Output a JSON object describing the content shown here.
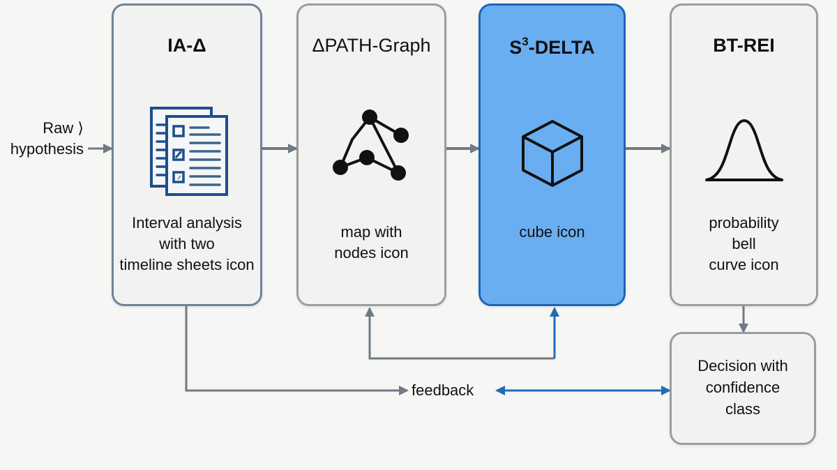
{
  "input": {
    "label_line1": "Raw ⟩",
    "label_line2": "hypothesis"
  },
  "stages": [
    {
      "title": "IA-Δ",
      "icon": "two-timeline-sheets-icon",
      "description": [
        "Interval analysis",
        "with two",
        "timeline sheets icon"
      ],
      "highlighted": false
    },
    {
      "title": "ΔPATH-Graph",
      "icon": "map-with-nodes-icon",
      "description": [
        "map with",
        "nodes icon"
      ],
      "highlighted": false
    },
    {
      "title_base": "S",
      "title_sup": "3",
      "title_rest": "-DELTA",
      "icon": "cube-icon",
      "description": [
        "cube icon"
      ],
      "highlighted": true
    },
    {
      "title": "BT-REI",
      "icon": "bell-curve-icon",
      "description": [
        "probability",
        "bell",
        "curve icon"
      ],
      "highlighted": false
    }
  ],
  "decision": {
    "lines": [
      "Decision with",
      "confidence",
      "class"
    ]
  },
  "feedback": {
    "label": "feedback"
  },
  "colors": {
    "highlight_fill": "#6aaef2",
    "highlight_border": "#1c64b8",
    "arrow_gray": "#6f7a85",
    "arrow_blue": "#1f6db5",
    "icon_navy": "#1d4f8c"
  }
}
